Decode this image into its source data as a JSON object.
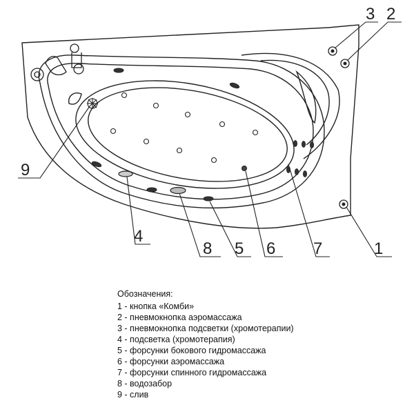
{
  "callouts": [
    "3",
    "2",
    "9",
    "4",
    "8",
    "5",
    "6",
    "7",
    "1"
  ],
  "legend": {
    "title": "Обозначения:",
    "items": [
      "1 - кнопка «Комби»",
      "2 - пневмокнопка аэромассажа",
      "3 - пневмокнопка подсветки (хромотерапии)",
      "4 - подсветка (хромотерапия)",
      "5 - форсунки бокового гидромассажа",
      "6 - форсунки аэромассажа",
      "7 - форсунки спинного гидромассажа",
      "8 - водозабор",
      "9 - слив"
    ]
  }
}
